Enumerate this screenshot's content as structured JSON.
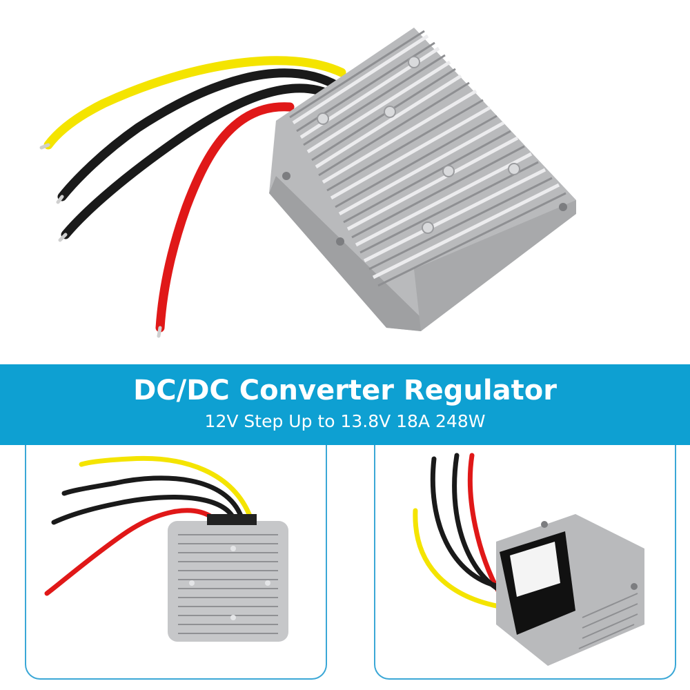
{
  "banner": {
    "title": "DC/DC Converter Regulator",
    "subtitle": "12V Step Up to 13.8V 18A 248W"
  },
  "images": {
    "hero": "dc-dc-converter-heatsink-top-view",
    "left_panel": "dc-dc-converter-front-view",
    "right_panel": "dc-dc-converter-label-view"
  },
  "colors": {
    "banner_bg": "#0ea0d2",
    "panel_border": "#3aa7d6",
    "wire_yellow": "#f4e400",
    "wire_black": "#1a1a1a",
    "wire_red": "#e01818",
    "aluminum": "#c8c9cb"
  }
}
